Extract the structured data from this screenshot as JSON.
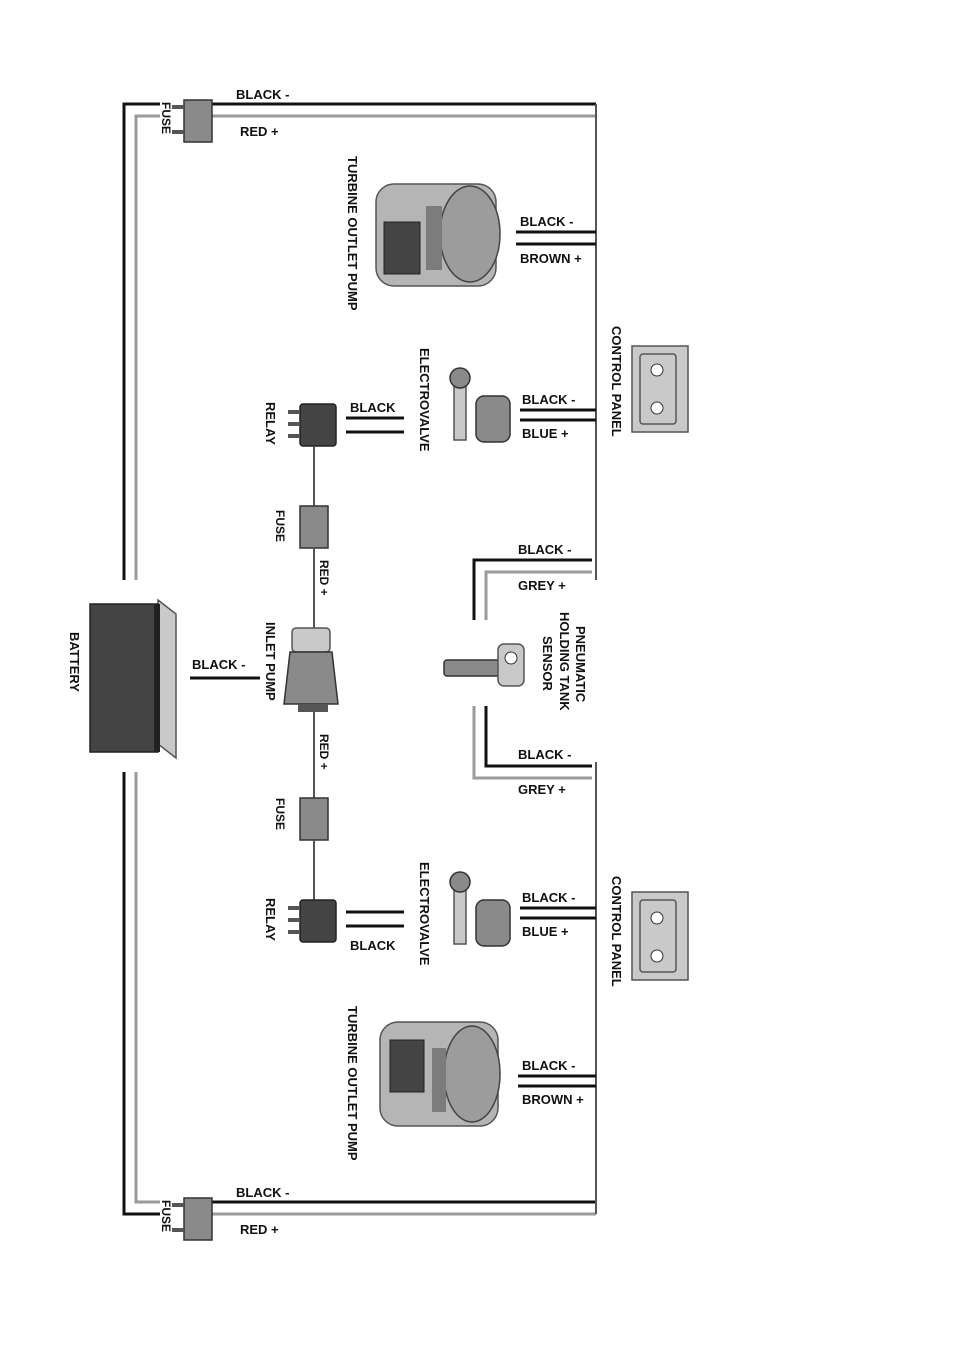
{
  "labels": {
    "battery": "BATTERY",
    "fuse": "FUSE",
    "black_minus": "BLACK -",
    "red_plus": "RED +",
    "brown_plus": "BROWN +",
    "blue_plus": "BLUE +",
    "grey_plus": "GREY +",
    "black": "BLACK",
    "relay": "RELAY",
    "electrovalve": "ELECTROVALVE",
    "inlet_pump": "INLET PUMP",
    "turbine_outlet_pump": "TURBINE OUTLET PUMP",
    "control_panel": "CONTROL PANEL",
    "sensor_line1": "PNEUMATIC",
    "sensor_line2": "HOLDING TANK",
    "sensor_line3": "SENSOR"
  },
  "colors": {
    "wire_black": "#111111",
    "wire_grey": "#9a9a9a",
    "device_grey": "#8a8a8a",
    "device_dark": "#444444"
  }
}
